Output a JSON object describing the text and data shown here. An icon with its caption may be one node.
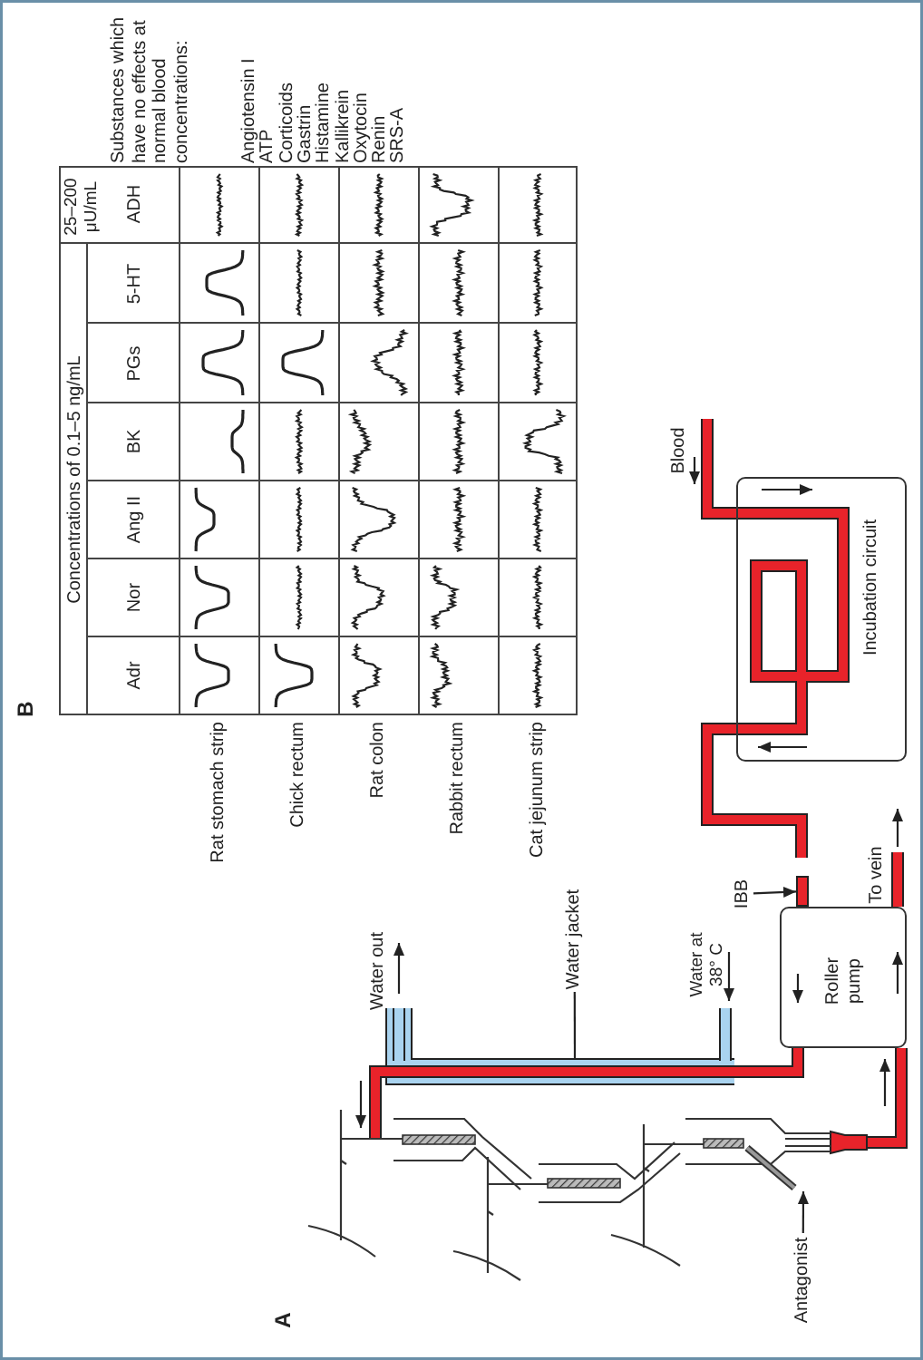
{
  "diagram": {
    "nodes": [
      {
        "text": [
          "Incubation circuit"
        ]
      },
      {
        "text": [
          "Roller pump"
        ]
      },
      {
        "text": [
          "IBB"
        ]
      },
      {
        "text": [
          "Water jacket"
        ]
      },
      {
        "text": [
          "Antagonist"
        ]
      },
      {
        "text": [],
        "shape": "bar"
      }
    ],
    "edges": [
      {
        "from": 2,
        "to": 5,
        "arrow": "to"
      },
      {
        "from": 3,
        "to": null,
        "arrow": "none"
      },
      {
        "from": 4,
        "to": null,
        "arrow": "to"
      }
    ],
    "labels": [
      "B",
      "Concentrations of 0.1–5 ng/mL",
      "25–200 μU/mL",
      "Adr",
      "Nor",
      "Ang II",
      "BK",
      "PGs",
      "5-HT",
      "ADH",
      "Substances which have no effects at normal blood concentrations:",
      "Angiotensin I",
      "ATP",
      "Corticoids",
      "Gastrin",
      "Histamine",
      "Kallikrein",
      "Oxytocin",
      "Renin",
      "SRS-A",
      "Rat stomach strip",
      "Chick rectum",
      "Rat colon",
      "Rabbit rectum",
      "Cat jejunum strip",
      "A",
      "Water out",
      "Water at 38° C",
      "Blood",
      "To vein"
    ]
  }
}
